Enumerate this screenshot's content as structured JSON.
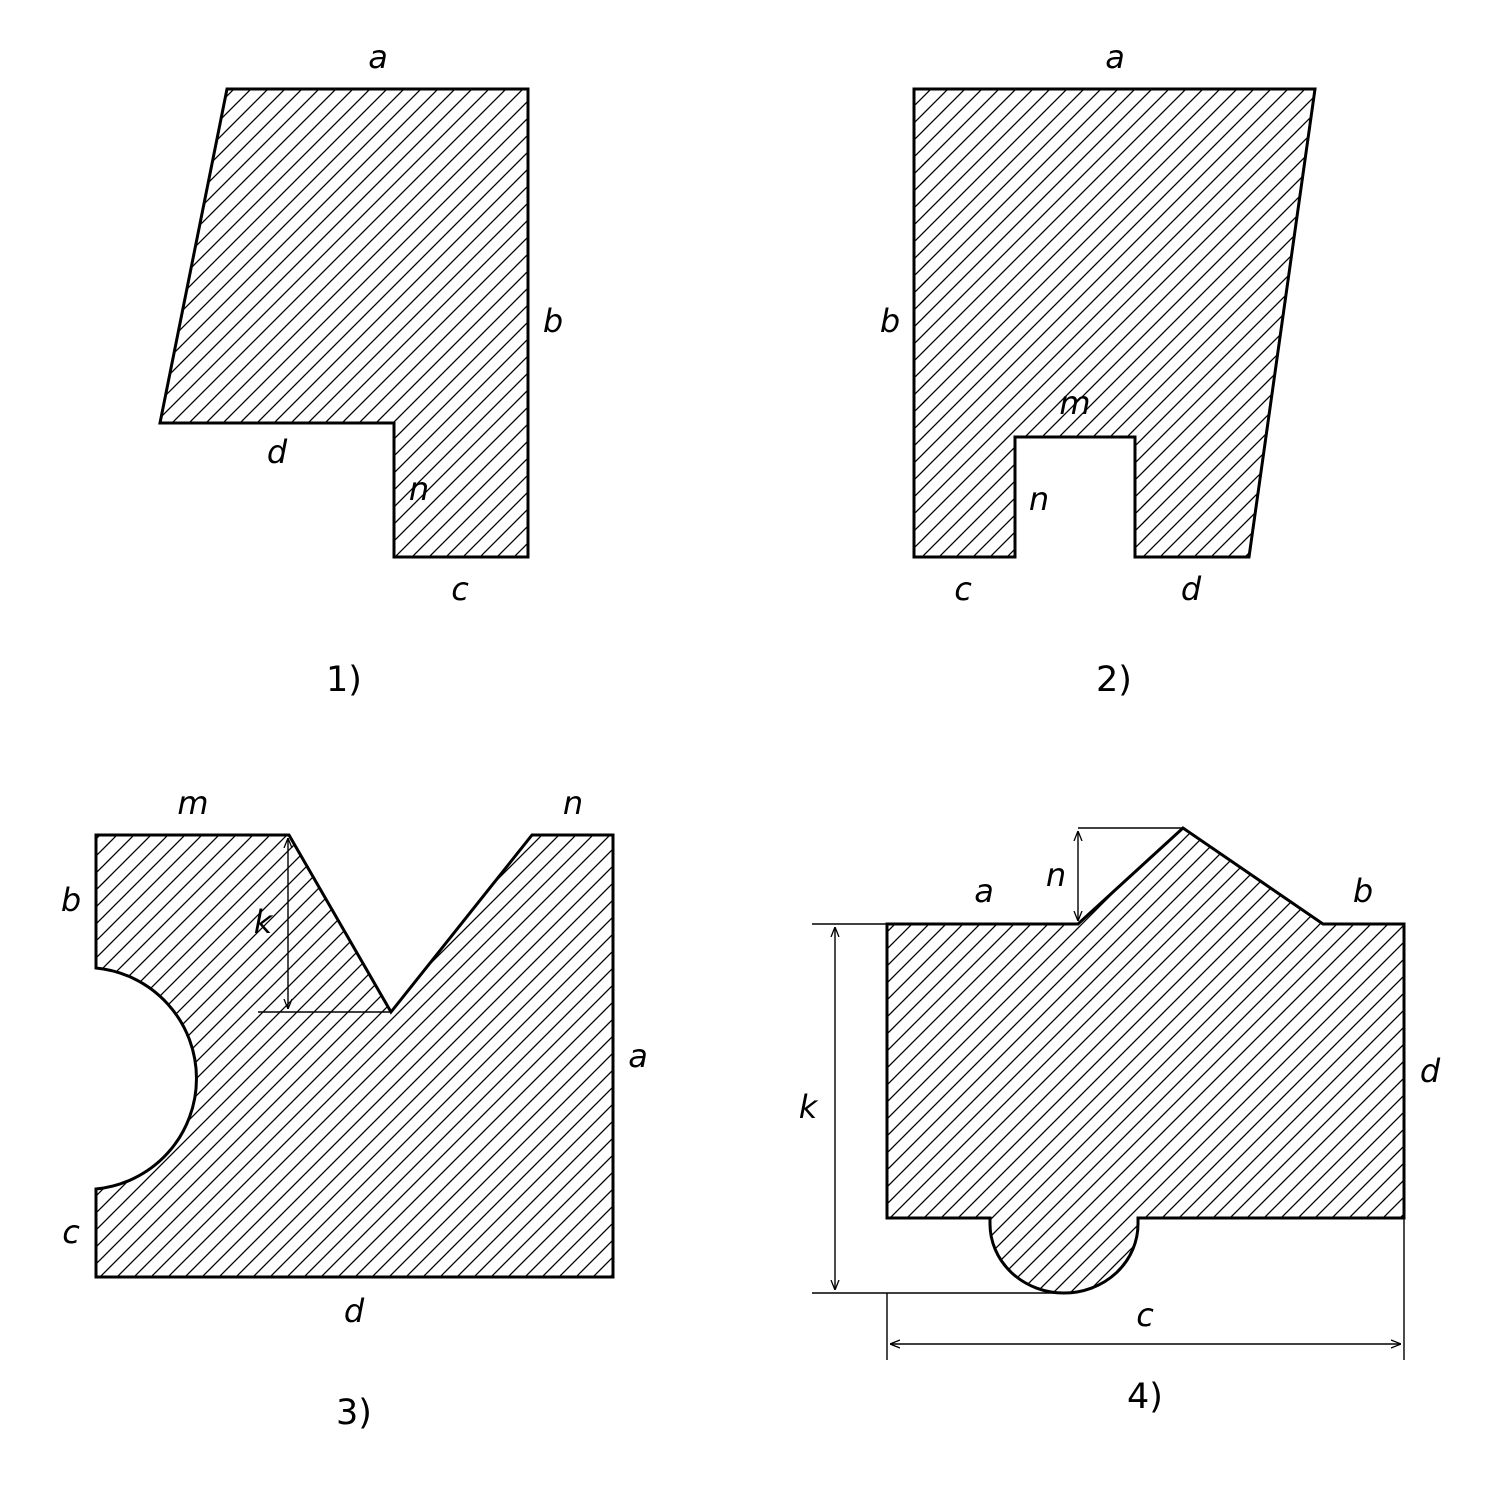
{
  "figures": [
    {
      "caption": "1)",
      "labels": {
        "a": "a",
        "b": "b",
        "c": "c",
        "d": "d",
        "n": "n"
      }
    },
    {
      "caption": "2)",
      "labels": {
        "a": "a",
        "b": "b",
        "c": "c",
        "d": "d",
        "m": "m",
        "n": "n"
      }
    },
    {
      "caption": "3)",
      "labels": {
        "m": "m",
        "n": "n",
        "b": "b",
        "k": "k",
        "a": "a",
        "c": "c",
        "d": "d"
      }
    },
    {
      "caption": "4)",
      "labels": {
        "a": "a",
        "n": "n",
        "b": "b",
        "k": "k",
        "d": "d",
        "c": "c"
      }
    }
  ]
}
